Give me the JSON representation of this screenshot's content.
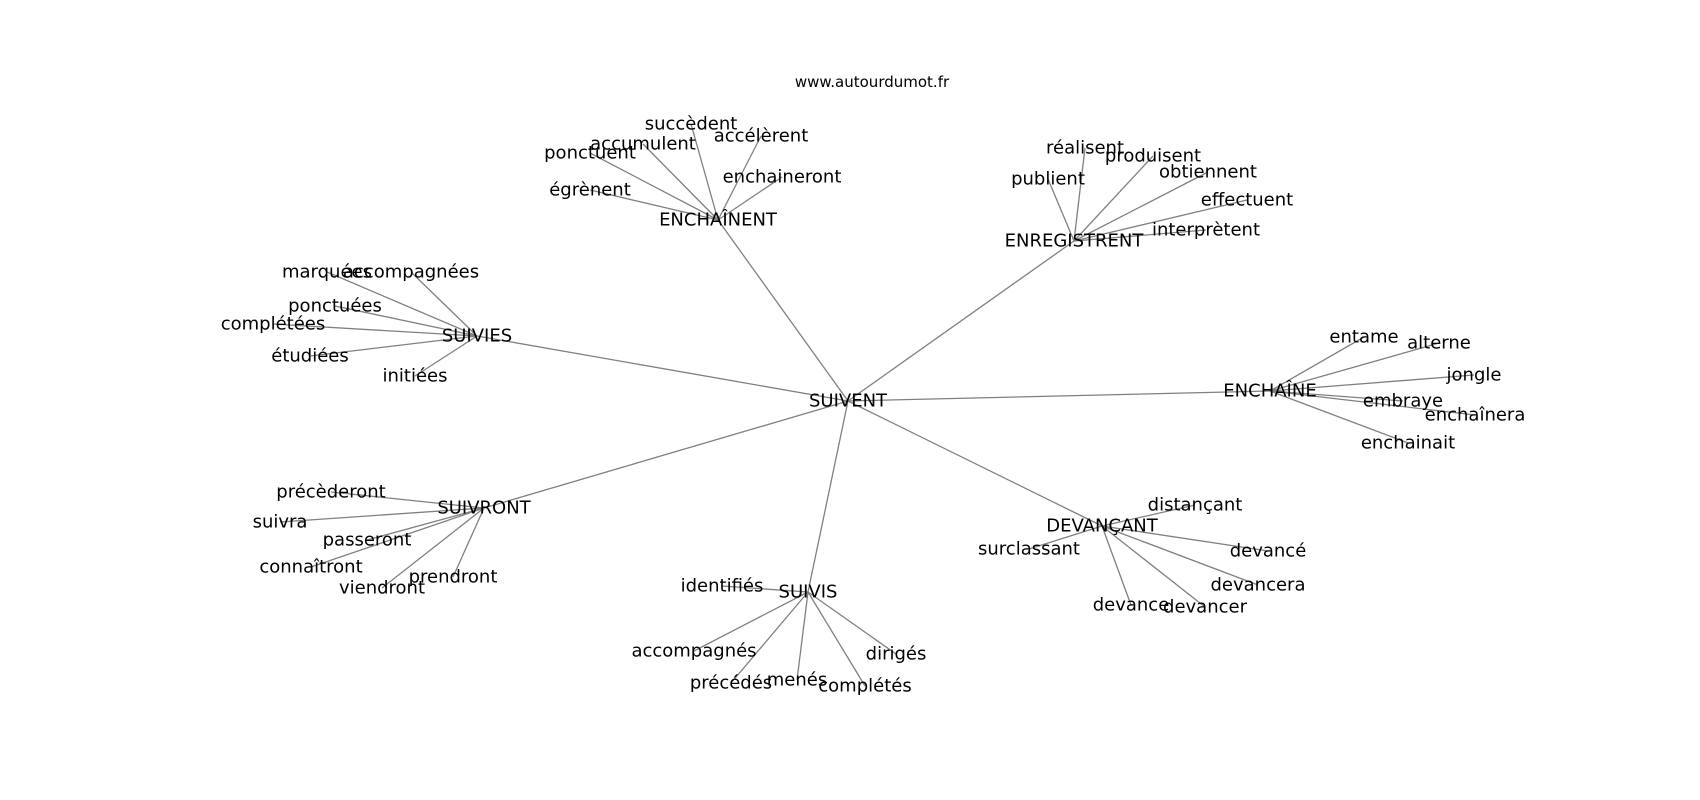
{
  "site_label": "www.autourdumot.fr",
  "colors": {
    "edge": "#808080",
    "text": "#000000",
    "background": "#ffffff"
  },
  "center": {
    "id": "suivent",
    "label": "SUIVENT"
  },
  "hubs": [
    {
      "id": "enchainent",
      "label": "ENCHAÎNENT",
      "leaves": [
        "succèdent",
        "accumulent",
        "accélèrent",
        "ponctuent",
        "enchaineront",
        "égrènent"
      ]
    },
    {
      "id": "enregistrent",
      "label": "ENREGISTRENT",
      "leaves": [
        "réalisent",
        "produisent",
        "obtiennent",
        "publient",
        "effectuent",
        "interprètent"
      ]
    },
    {
      "id": "suivies",
      "label": "SUIVIES",
      "leaves": [
        "marquées",
        "accompagnées",
        "ponctuées",
        "complétées",
        "étudiées",
        "initiées"
      ]
    },
    {
      "id": "enchaine",
      "label": "ENCHAÎNE",
      "leaves": [
        "entame",
        "alterne",
        "jongle",
        "embraye",
        "enchaînera",
        "enchainait"
      ]
    },
    {
      "id": "suivront",
      "label": "SUIVRONT",
      "leaves": [
        "précèderont",
        "suivra",
        "passeront",
        "connaîtront",
        "prendront",
        "viendront"
      ]
    },
    {
      "id": "devancant",
      "label": "DEVANÇANT",
      "leaves": [
        "distançant",
        "surclassant",
        "devancé",
        "devancera",
        "devance",
        "devancer"
      ]
    },
    {
      "id": "suivis",
      "label": "SUIVIS",
      "leaves": [
        "identifiés",
        "accompagnés",
        "dirigés",
        "précédés",
        "menés",
        "complétés"
      ]
    }
  ]
}
